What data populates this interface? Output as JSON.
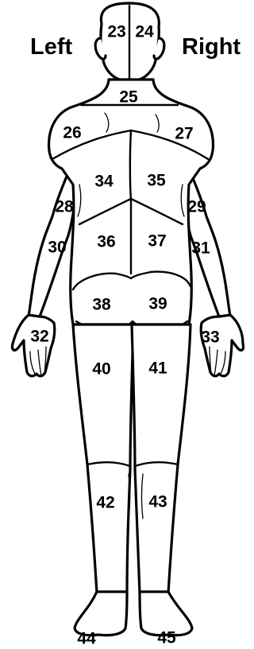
{
  "labels": {
    "left": "Left",
    "right": "Right"
  },
  "regions": [
    {
      "id": "23",
      "name": "head-left"
    },
    {
      "id": "24",
      "name": "head-right"
    },
    {
      "id": "25",
      "name": "neck"
    },
    {
      "id": "26",
      "name": "shoulder-left"
    },
    {
      "id": "27",
      "name": "shoulder-right"
    },
    {
      "id": "28",
      "name": "upper-arm-left"
    },
    {
      "id": "29",
      "name": "upper-arm-right"
    },
    {
      "id": "30",
      "name": "forearm-left"
    },
    {
      "id": "31",
      "name": "forearm-right"
    },
    {
      "id": "32",
      "name": "hand-left"
    },
    {
      "id": "33",
      "name": "hand-right"
    },
    {
      "id": "34",
      "name": "upper-back-left"
    },
    {
      "id": "35",
      "name": "upper-back-right"
    },
    {
      "id": "36",
      "name": "lower-back-left"
    },
    {
      "id": "37",
      "name": "lower-back-right"
    },
    {
      "id": "38",
      "name": "buttock-left"
    },
    {
      "id": "39",
      "name": "buttock-right"
    },
    {
      "id": "40",
      "name": "thigh-left"
    },
    {
      "id": "41",
      "name": "thigh-right"
    },
    {
      "id": "42",
      "name": "calf-left"
    },
    {
      "id": "43",
      "name": "calf-right"
    },
    {
      "id": "44",
      "name": "foot-left"
    },
    {
      "id": "45",
      "name": "foot-right"
    }
  ]
}
